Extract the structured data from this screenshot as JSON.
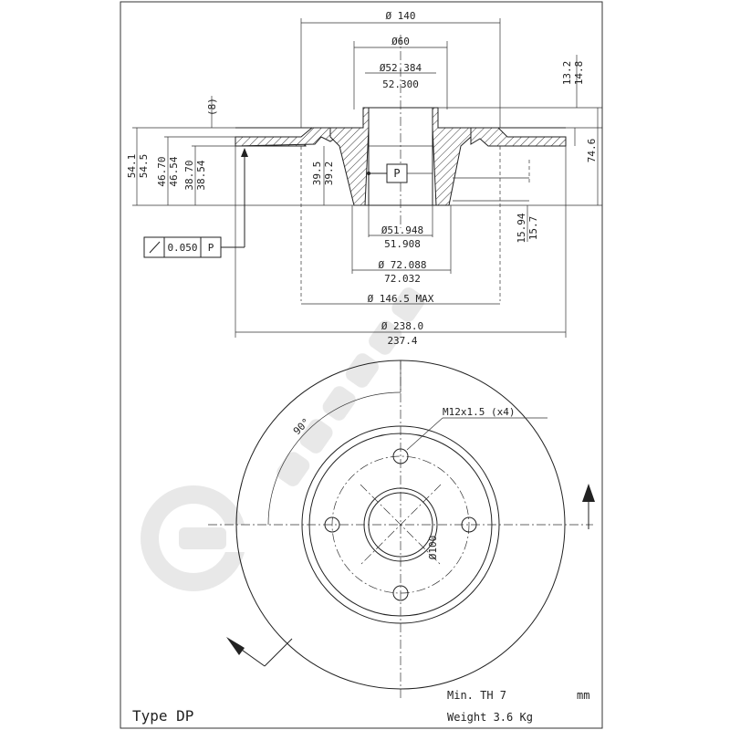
{
  "dimensions": {
    "d140": "Ø 140",
    "d60": "Ø60",
    "d52_384": "Ø52.384",
    "d52_300": "52.300",
    "d51_948": "Ø51.948",
    "d51_908": "51.908",
    "d72_088": "Ø 72.088",
    "d72_032": "72.032",
    "d146_5": "Ø 146.5 MAX",
    "d238_0": "Ø 238.0",
    "d237_4": "237.4",
    "h8": "(8)",
    "h54_1": "54.1",
    "h54_5": "54.5",
    "h46_70": "46.70",
    "h46_54": "46.54",
    "h38_70": "38.70",
    "h38_54": "38.54",
    "h39_5": "39.5",
    "h39_2": "39.2",
    "h74_6": "74.6",
    "h13_2": "13.2",
    "h14_8": "14.8",
    "h15_94": "15.94",
    "h15_7": "15.7"
  },
  "tolerance": {
    "symbol": "⁄",
    "value": "0.050",
    "datum": "P"
  },
  "datum_label": "P",
  "thread_note": "M12x1.5 (x4)",
  "angle_note": "90°",
  "bolt_circle_note": "Ø100",
  "footer": {
    "type_label": "Type DP",
    "min_th_label": "Min. TH 7",
    "min_th_unit": "mm",
    "weight_label": "Weight 3.6 Kg"
  }
}
